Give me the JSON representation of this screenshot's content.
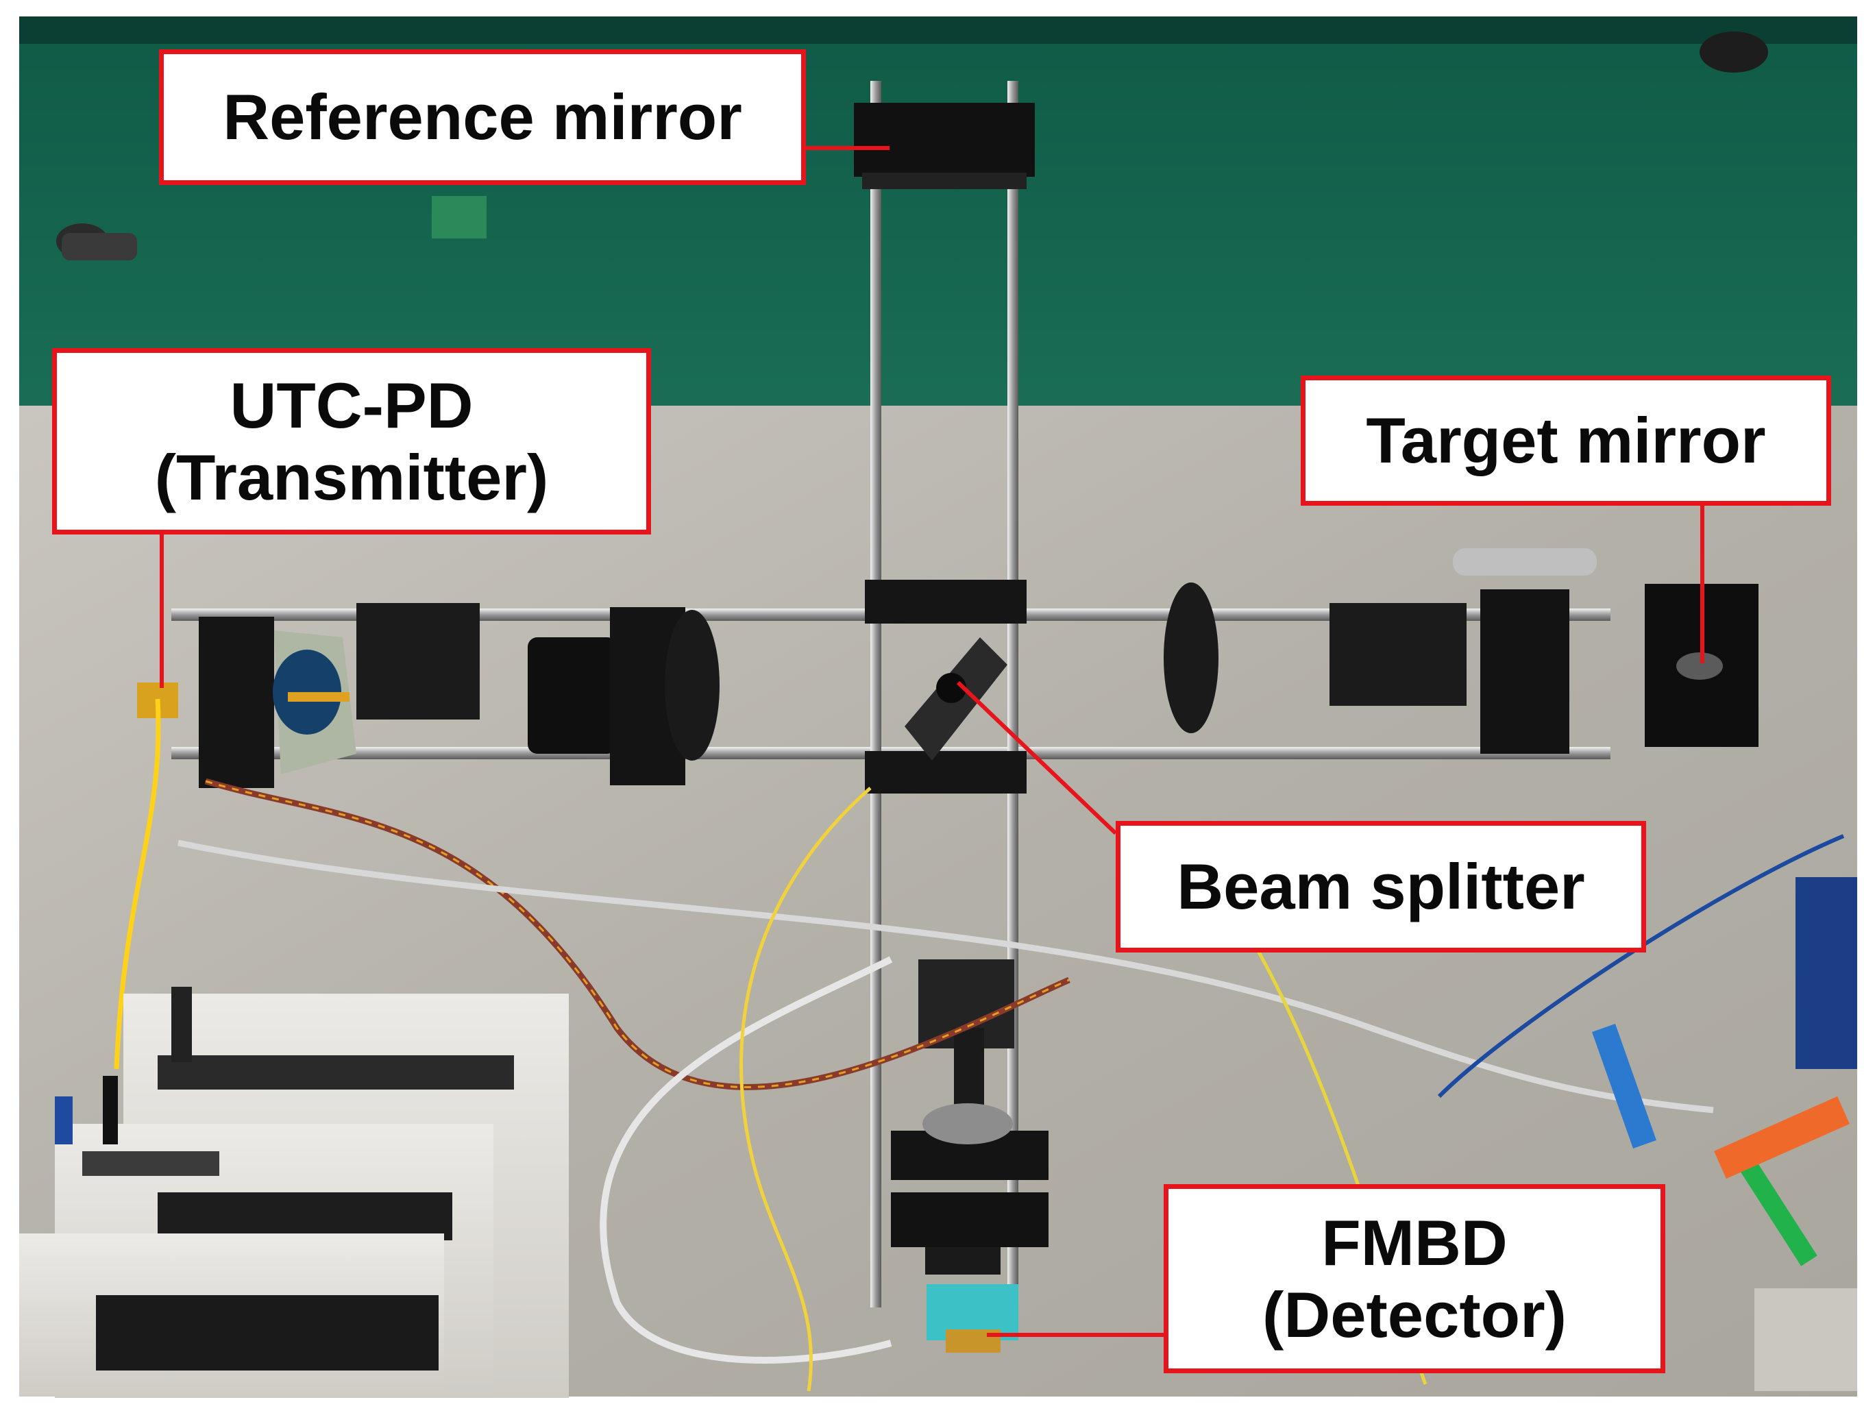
{
  "labels": {
    "reference_mirror": "Reference mirror",
    "utc_pd_line1": "UTC-PD",
    "utc_pd_line2": "(Transmitter)",
    "target_mirror": "Target mirror",
    "beam_splitter": "Beam splitter",
    "fmbd_line1": "FMBD",
    "fmbd_line2": "(Detector)"
  },
  "colors": {
    "callout_border": "#e8141c",
    "callout_fill": "#ffffff",
    "wall_upper": "#14614c",
    "wall_lower": "#b9b6ae"
  }
}
